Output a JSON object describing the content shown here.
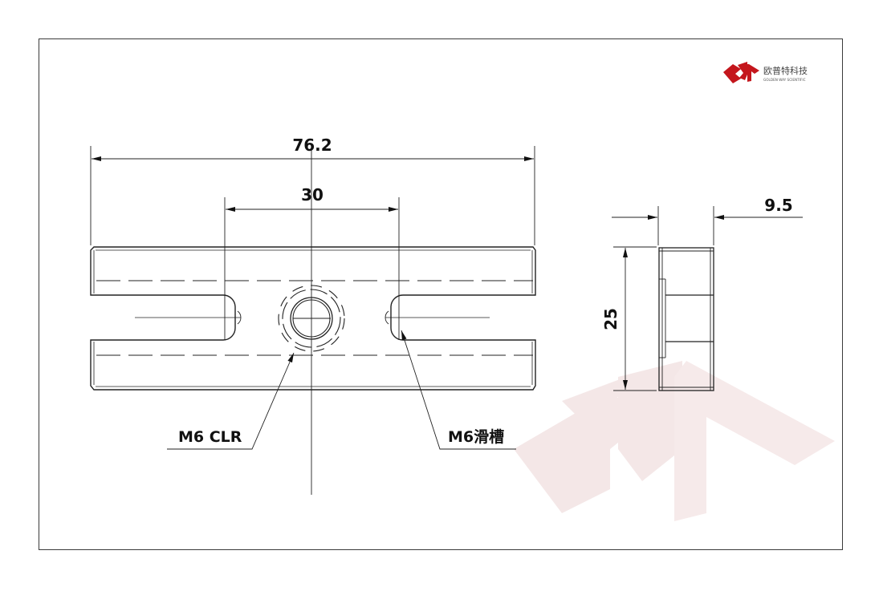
{
  "brand": {
    "name_cn": "欧普特科技",
    "name_en": "GOLDEN WAY SCIENTIFIC",
    "logo_color": "#c4161c",
    "watermark_color": "#f3e6e6"
  },
  "dimensions": {
    "overall_width": "76.2",
    "hole_spacing": "30",
    "side_thickness": "9.5",
    "side_height": "25"
  },
  "callouts": {
    "center_hole": "M6 CLR",
    "slot": "M6滑槽"
  }
}
